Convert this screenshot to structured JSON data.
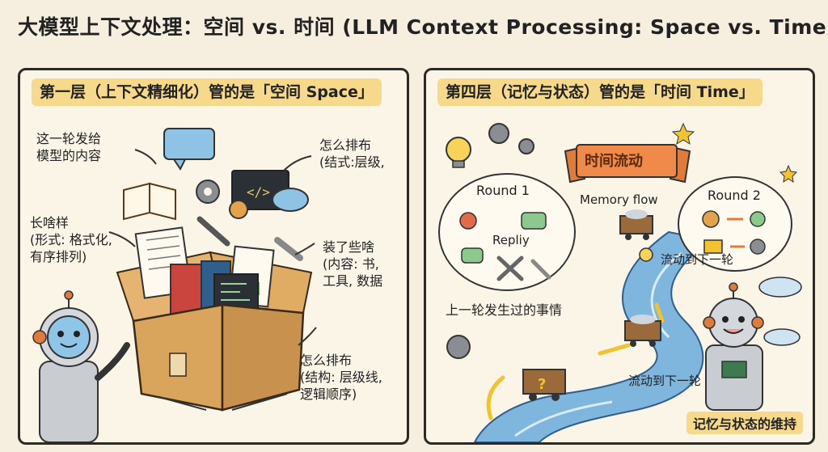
{
  "title": "大模型上下文处理：空间 vs. 时间 (LLM Context Processing: Space vs. Time)",
  "left_panel": {
    "banner": "第一层（上下文精细化）管的是「空间 Space」",
    "label_content_line1": "这一轮发给",
    "label_content_line2": "模型的内容",
    "label_layout_top_line1": "怎么排布",
    "label_layout_top_line2": "(结式:层级,",
    "label_looks_line1": "长啥样",
    "label_looks_line2": "(形式: 格式化,",
    "label_looks_line3": "有序排列)",
    "label_contains_line1": "装了些啥",
    "label_contains_line2": "(内容: 书,",
    "label_contains_line3": "工具, 数据",
    "label_layout_bottom_line1": "怎么排布",
    "label_layout_bottom_line2": "(结构: 层级线,",
    "label_layout_bottom_line3": "逻辑顺序)"
  },
  "right_panel": {
    "banner": "第四层（记忆与状态）管的是「时间 Time」",
    "ribbon": "时间流动",
    "round1": "Round 1",
    "round1_reply": "Repliy",
    "round2": "Round 2",
    "memory_flow": "Memory flow",
    "flow_to_next_top": "流动到下一轮",
    "previous_events": "上一轮发生过的事情",
    "flow_to_next_bottom": "流动到下一轮",
    "bottom_tag": "记忆与状态的维持"
  },
  "colors": {
    "background": "#f6efdf",
    "banner": "#f7d98c",
    "river": "#7fb6de",
    "box": "#d9a45c",
    "robot": "#c9ccd1"
  }
}
